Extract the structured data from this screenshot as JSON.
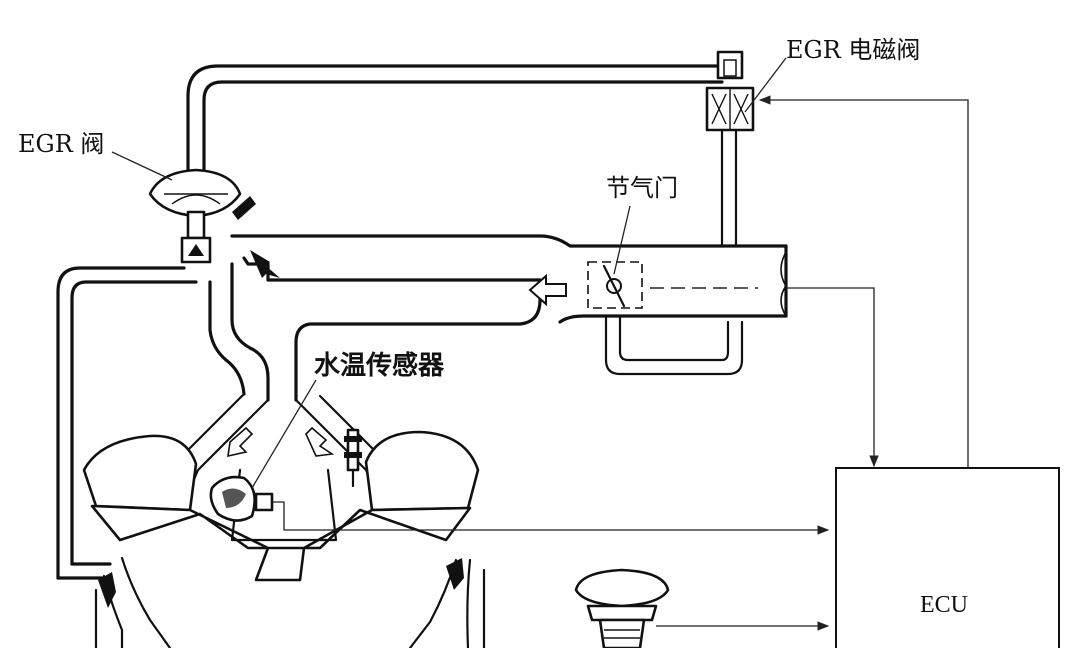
{
  "labels": {
    "egr_solenoid": "EGR 电磁阀",
    "egr_valve": "EGR 阀",
    "throttle": "节气门",
    "water_temp_sensor": "水温传感器",
    "ecu": "ECU"
  },
  "colors": {
    "line": "#111111",
    "background": "#ffffff"
  }
}
